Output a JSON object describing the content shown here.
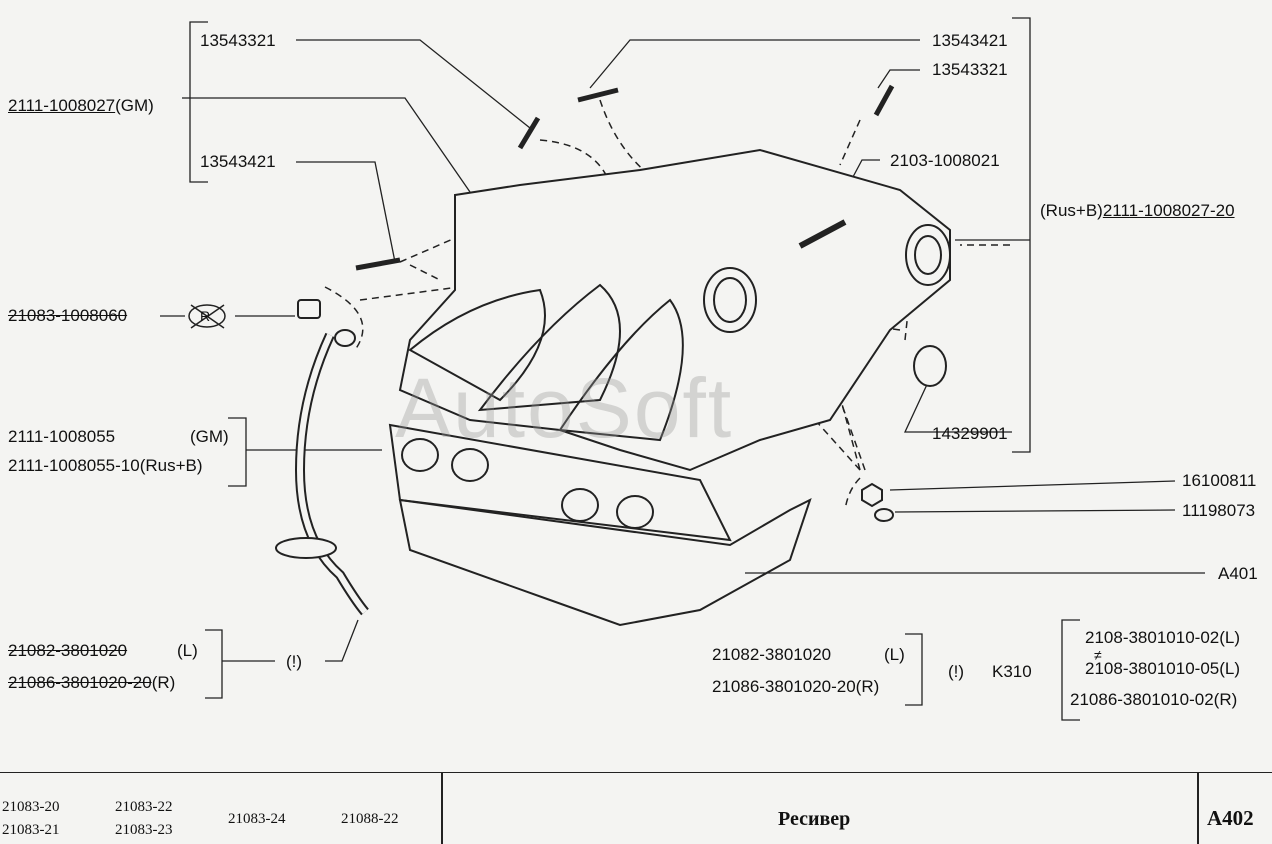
{
  "labels": {
    "left_13543321": "13543321",
    "left_2111_1008027": "2111-1008027",
    "left_gm_suffix": "(GM)",
    "left_13543421": "13543421",
    "left_21083_1008060": "21083-1008060",
    "r_symbol": "R",
    "gasket_2111_1008055": "2111-1008055",
    "gasket_gm": "(GM)",
    "gasket_2111_1008055_10": "2111-1008055-10(Rus+B)",
    "hose_21082": "21082-3801020",
    "hose_l": "(L)",
    "hose_21086": "21086-3801020-20",
    "hose_r": "(R)",
    "excl": "(!)",
    "top_13543421": "13543421",
    "top_13543321": "13543321",
    "right_2103_1008021": "2103-1008021",
    "right_rusb_prefix": "(Rus+B)",
    "right_2111_1008027_20": "2111-1008027-20",
    "right_14329901": "14329901",
    "right_16100811": "16100811",
    "right_11198073": "11198073",
    "right_a401": "A401",
    "mid_21082": "21082-3801020",
    "mid_l": "(L)",
    "mid_21086": "21086-3801020-20(R)",
    "mid_excl": "(!)",
    "mid_k310": "K310",
    "br_2108_02": "2108-3801010-02(L)",
    "br_neq": "≠",
    "br_2108_05": "2108-3801010-05(L)",
    "br_21086_02": "21086-3801010-02(R)"
  },
  "watermark": "AutoSoft",
  "footer": {
    "models": [
      "21083-20",
      "21083-21",
      "21083-22",
      "21083-23",
      "21083-24",
      "21088-22"
    ],
    "title": "Ресивер",
    "page_id": "A402"
  }
}
